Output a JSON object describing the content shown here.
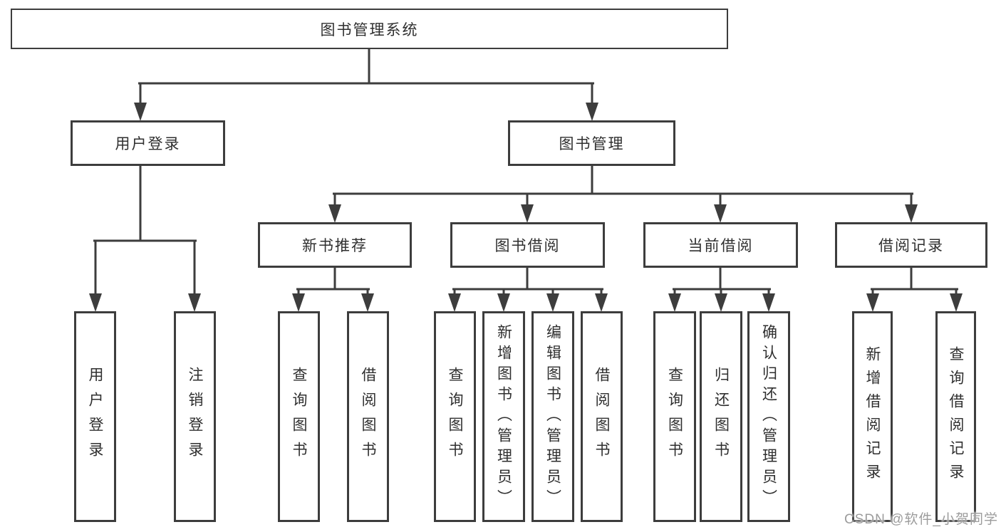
{
  "diagram": {
    "root": {
      "label": "图书管理系统"
    },
    "branches": [
      {
        "label": "用户登录",
        "children": [
          {
            "label": "用户登录"
          },
          {
            "label": "注销登录"
          }
        ]
      },
      {
        "label": "图书管理",
        "children": [
          {
            "label": "新书推荐",
            "children": [
              {
                "label": "查询图书"
              },
              {
                "label": "借阅图书"
              }
            ]
          },
          {
            "label": "图书借阅",
            "children": [
              {
                "label": "查询图书"
              },
              {
                "label": "新增图书（管理员）"
              },
              {
                "label": "编辑图书（管理员）"
              },
              {
                "label": "借阅图书"
              }
            ]
          },
          {
            "label": "当前借阅",
            "children": [
              {
                "label": "查询图书"
              },
              {
                "label": "归还图书"
              },
              {
                "label": "确认归还（管理员）"
              }
            ]
          },
          {
            "label": "借阅记录",
            "children": [
              {
                "label": "新增借阅记录"
              },
              {
                "label": "查询借阅记录"
              }
            ]
          }
        ]
      }
    ],
    "watermark": "CSDN @软件_小贺同学",
    "colors": {
      "line": "#3d3d3d",
      "box_border": "#3d3d3d",
      "text": "#2f2f2f",
      "watermark": "#9c9c9c",
      "background": "#ffffff"
    }
  }
}
